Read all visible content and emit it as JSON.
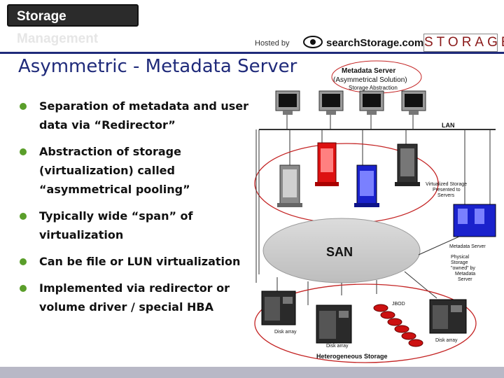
{
  "header": {
    "logo_word1": "Storage",
    "logo_word2": "Management",
    "hosted_by": "Hosted by",
    "sponsor": "searchStorage.com",
    "magazine": "STORAGE"
  },
  "slide": {
    "title": "Asymmetric - Metadata Server",
    "bullets": [
      "Separation of metadata and user data via “Redirector”",
      "Abstraction of storage (virtualization) called “asymmetrical pooling”",
      "Typically wide “span” of virtualization",
      "Can be file or LUN virtualization",
      "Implemented via redirector or volume driver / special HBA"
    ]
  },
  "diagram": {
    "title": "Metadata Server",
    "subtitle": "(Asymmetrical Solution)",
    "abstraction": "Storage Abstraction",
    "lan": "LAN",
    "san": "SAN",
    "virtualized": [
      "Virtualized Storage",
      "Presented to",
      "Servers"
    ],
    "metadata_server": "Metadata Server",
    "physical": [
      "Physical",
      "Storage",
      "\"owned\" by",
      "Metadata",
      "Server"
    ],
    "jbod": "JBOD",
    "disk_array": "Disk array",
    "heterogeneous": "Heterogeneous Storage"
  },
  "colors": {
    "title_blue": "#1f2a7a",
    "bullet_green": "#5a9e2a",
    "server_red": "#dd1111",
    "server_blue": "#1a22cc",
    "server_gray": "#8a8a8a",
    "ellipse_red": "#c42424"
  }
}
